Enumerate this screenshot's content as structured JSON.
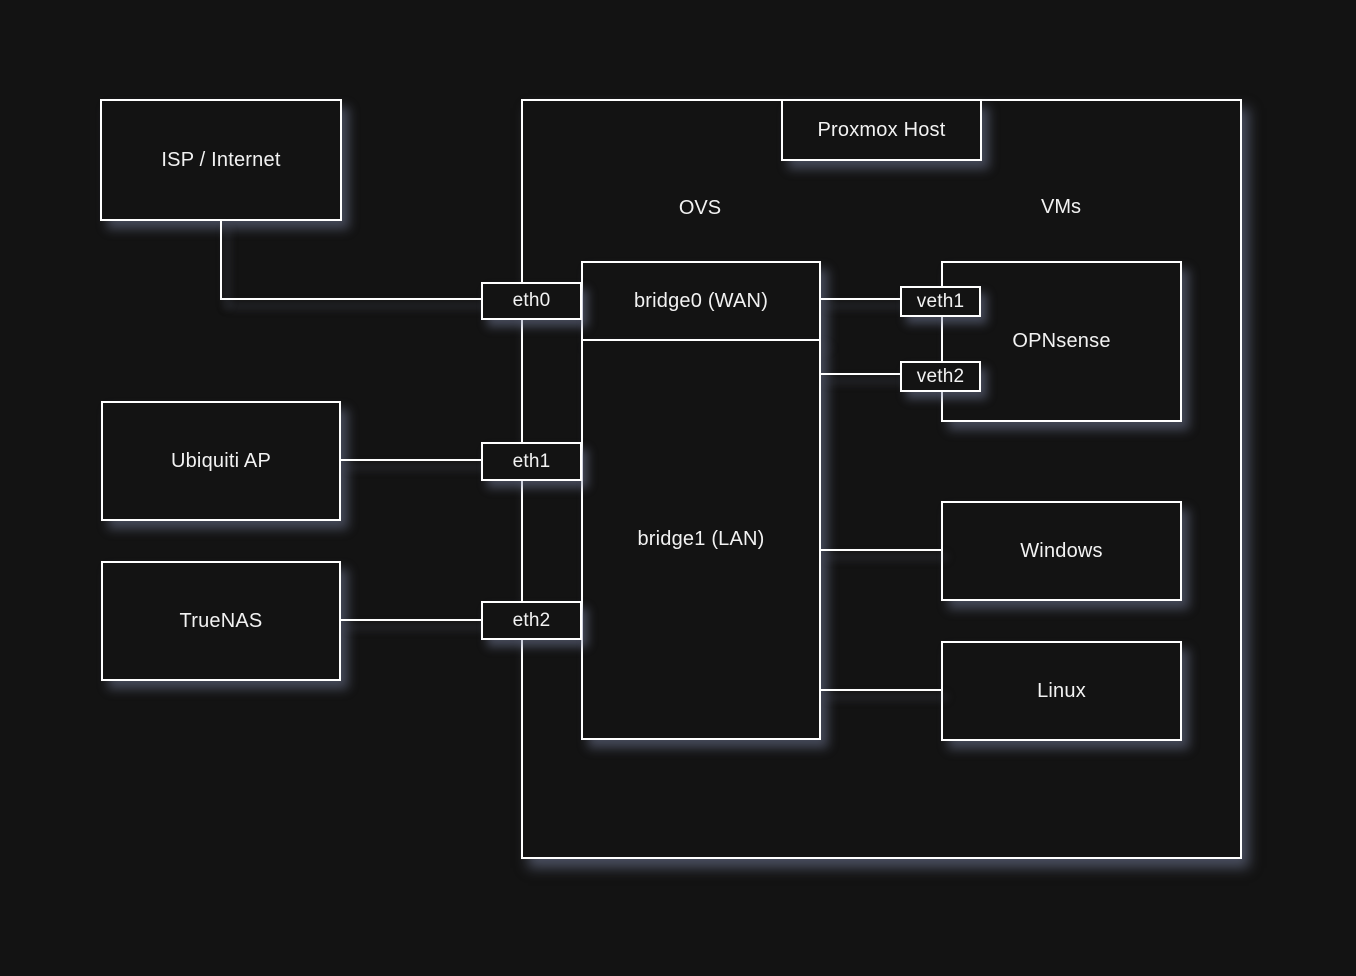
{
  "page": {
    "background_color": "#131313",
    "stroke_color": "#ffffff",
    "text_color": "#f2f2f2",
    "shadow_color": "rgba(128,138,170,0.5)"
  },
  "proxmox": {
    "title": "Proxmox Host",
    "ovs_label": "OVS",
    "vms_label": "VMs"
  },
  "nodes": {
    "isp": {
      "label": "ISP / Internet"
    },
    "ubiquiti": {
      "label": "Ubiquiti AP"
    },
    "truenas": {
      "label": "TrueNAS"
    },
    "bridge0": {
      "label": "bridge0 (WAN)"
    },
    "bridge1": {
      "label": "bridge1 (LAN)"
    },
    "opnsense": {
      "label": "OPNsense"
    },
    "windows": {
      "label": "Windows"
    },
    "linux": {
      "label": "Linux"
    }
  },
  "ports": {
    "eth0": {
      "label": "eth0"
    },
    "eth1": {
      "label": "eth1"
    },
    "eth2": {
      "label": "eth2"
    },
    "veth1": {
      "label": "veth1"
    },
    "veth2": {
      "label": "veth2"
    }
  },
  "connections": [
    {
      "from": "ISP / Internet",
      "to": "eth0"
    },
    {
      "from": "Ubiquiti AP",
      "to": "eth1"
    },
    {
      "from": "TrueNAS",
      "to": "eth2"
    },
    {
      "from": "bridge0 (WAN)",
      "to": "veth1"
    },
    {
      "from": "bridge1 (LAN)",
      "to": "veth2"
    },
    {
      "from": "bridge1 (LAN)",
      "to": "Windows"
    },
    {
      "from": "bridge1 (LAN)",
      "to": "Linux"
    }
  ]
}
